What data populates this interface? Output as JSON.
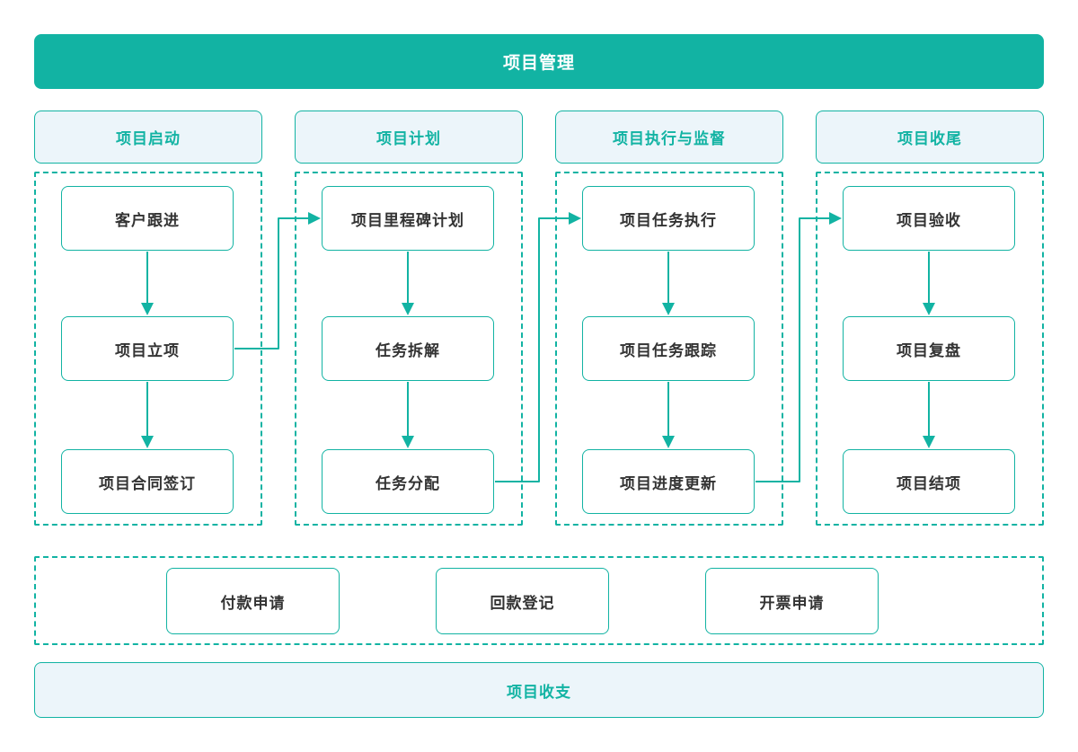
{
  "colors": {
    "teal": "#12b3a3",
    "light_bg": "#ecf5fa",
    "text_dark": "#333333",
    "canvas": "#ffffff"
  },
  "banner": {
    "title": "项目管理"
  },
  "columns": [
    {
      "header": "项目启动",
      "steps": [
        "客户跟进",
        "项目立项",
        "项目合同签订"
      ]
    },
    {
      "header": "项目计划",
      "steps": [
        "项目里程碑计划",
        "任务拆解",
        "任务分配"
      ]
    },
    {
      "header": "项目执行与监督",
      "steps": [
        "项目任务执行",
        "项目任务跟踪",
        "项目进度更新"
      ]
    },
    {
      "header": "项目收尾",
      "steps": [
        "项目验收",
        "项目复盘",
        "项目结项"
      ]
    }
  ],
  "flows": [
    {
      "from": "客户跟进",
      "to": "项目立项"
    },
    {
      "from": "项目立项",
      "to": "项目合同签订"
    },
    {
      "from": "项目立项",
      "to": "项目里程碑计划"
    },
    {
      "from": "项目里程碑计划",
      "to": "任务拆解"
    },
    {
      "from": "任务拆解",
      "to": "任务分配"
    },
    {
      "from": "任务分配",
      "to": "项目任务执行"
    },
    {
      "from": "项目任务执行",
      "to": "项目任务跟踪"
    },
    {
      "from": "项目任务跟踪",
      "to": "项目进度更新"
    },
    {
      "from": "项目进度更新",
      "to": "项目验收"
    },
    {
      "from": "项目验收",
      "to": "项目复盘"
    },
    {
      "from": "项目复盘",
      "to": "项目结项"
    }
  ],
  "finance": {
    "items": [
      "付款申请",
      "回款登记",
      "开票申请"
    ]
  },
  "footer": {
    "title": "项目收支"
  }
}
